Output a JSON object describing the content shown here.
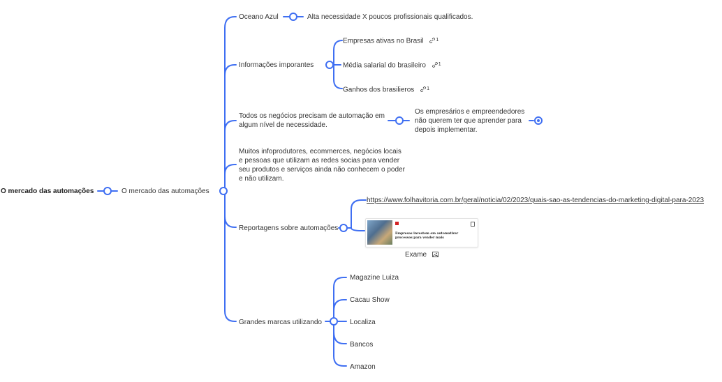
{
  "colors": {
    "line": "#3f6ff2",
    "text": "#333333"
  },
  "root": {
    "label": "O mercado das automações"
  },
  "hub": {
    "label": "O mercado das automações"
  },
  "branches": {
    "oceano": {
      "label": "Oceano Azul",
      "child": "Alta necessidade X poucos profissionais qualificados."
    },
    "info": {
      "label": "Informações imporantes",
      "children": [
        {
          "label": "Empresas ativas no Brasil",
          "badge": "1"
        },
        {
          "label": "Média salarial do brasileiro",
          "badge": "1"
        },
        {
          "label": "Ganhos dos brasilieros",
          "badge": "1"
        }
      ]
    },
    "todos": {
      "label": "Todos os negócios precisam de automação em algum nível de necessidade.",
      "child": "Os empresários e empreendedores não querem ter que aprender para depois implementar."
    },
    "muitos": {
      "label": "Muitos infoprodutores, ecommerces, negócios locais e pessoas que utilizam as redes socias para vender seu produtos e serviços ainda não conhecem o poder e não utilizam."
    },
    "reportagens": {
      "label": "Reportagens sobre automações",
      "link": "https://www.folhavitoria.com.br/geral/noticia/02/2023/quais-sao-as-tendencias-do-marketing-digital-para-2023",
      "card_caption": "Exame",
      "card_title": "Empresas investem em automatizar processos para vender mais"
    },
    "grandes": {
      "label": "Grandes marcas utilizando",
      "children": [
        "Magazine Luiza",
        "Cacau Show",
        "Localiza",
        "Bancos",
        "Amazon"
      ]
    }
  }
}
